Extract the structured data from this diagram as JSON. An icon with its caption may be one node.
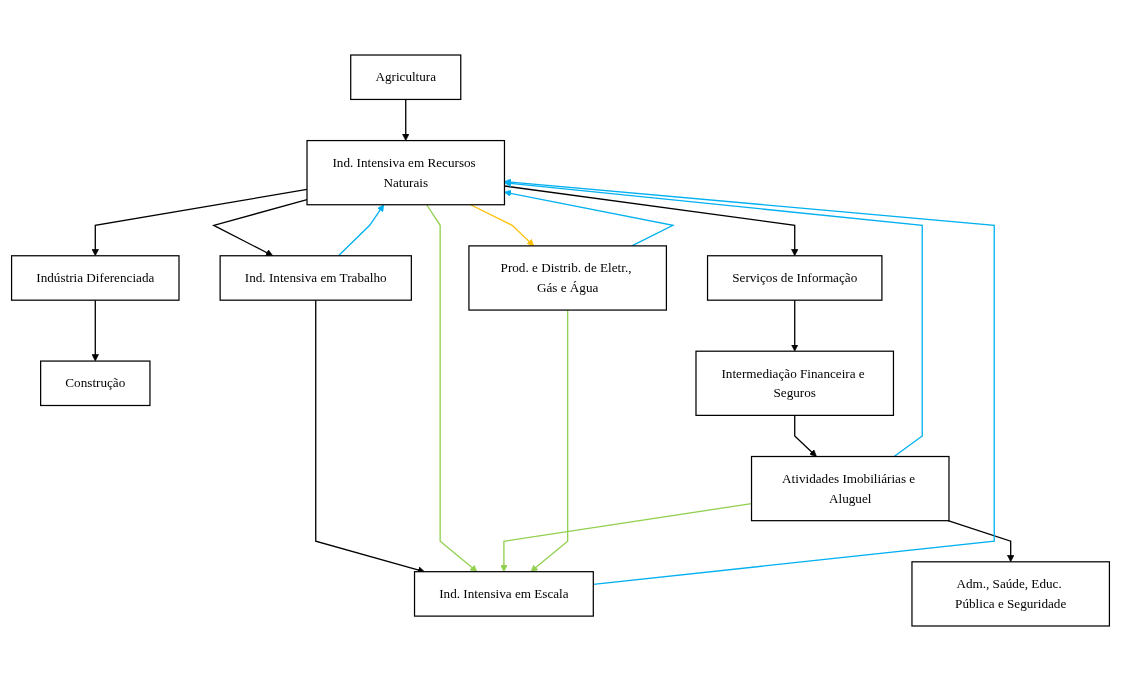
{
  "diagram": {
    "nodes": [
      {
        "text": [
          "Agricultura"
        ]
      },
      {
        "text": [
          "Ind. Intensiva em Recursos Naturais"
        ]
      },
      {
        "text": [
          "Ind. Intensiva em Trabalho"
        ]
      },
      {
        "text": [
          "Ind. Intensiva em Escala"
        ]
      },
      {
        "text": [
          "Indústria Diferenciada"
        ]
      },
      {
        "text": [
          "Serviços de Informação"
        ]
      },
      {
        "text": [
          "Prod. e Distrib. de Eletr., Gás e Água"
        ]
      },
      {
        "text": [
          "Construção"
        ]
      },
      {
        "text": [
          "Intermediação Financeira e Seguros"
        ]
      },
      {
        "text": [
          "Atividades Imobiliárias e Aluguel"
        ]
      },
      {
        "text": [
          "Adm., Saúde, Educ. Pública e Seguridade"
        ]
      }
    ],
    "edges": [
      {
        "from": 0,
        "to": 1,
        "arrow": "to"
      },
      {
        "from": 1,
        "to": 2,
        "arrow": "to"
      },
      {
        "from": 2,
        "to": 3,
        "arrow": "to"
      },
      {
        "from": 1,
        "to": 4,
        "arrow": "to"
      },
      {
        "from": 1,
        "to": 5,
        "arrow": "to"
      },
      {
        "from": 4,
        "to": 7,
        "arrow": "to"
      },
      {
        "from": 5,
        "to": 8,
        "arrow": "to"
      },
      {
        "from": 8,
        "to": 9,
        "arrow": "to"
      },
      {
        "from": 9,
        "to": 10,
        "arrow": "to"
      },
      {
        "from": 3,
        "to": 1,
        "arrow": "to",
        "color": "#00b0f0"
      },
      {
        "from": 6,
        "to": 1,
        "arrow": "to",
        "color": "#00b0f0"
      },
      {
        "from": 2,
        "to": 1,
        "arrow": "to",
        "color": "#00b0f0"
      },
      {
        "from": 9,
        "to": 1,
        "arrow": "to",
        "color": "#00b0f0"
      },
      {
        "from": 1,
        "to": 6,
        "arrow": "to",
        "color": "#ffc000"
      },
      {
        "from": 1,
        "to": 3,
        "arrow": "to",
        "color": "#92d050"
      },
      {
        "from": 9,
        "to": 3,
        "arrow": "to",
        "color": "#92d050"
      },
      {
        "from": 6,
        "to": 3,
        "arrow": "to",
        "color": "#92d050"
      }
    ]
  }
}
